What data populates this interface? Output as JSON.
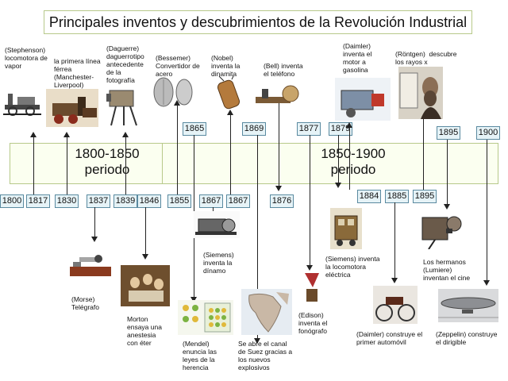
{
  "title": "Principales inventos y descubrimientos de la Revolución Industrial",
  "periods": [
    {
      "line1": "1800-1850",
      "line2": "periodo"
    },
    {
      "line1": "1850-1900",
      "line2": "periodo"
    }
  ],
  "years_bottom": [
    "1800",
    "1817",
    "1830",
    "1837",
    "1839",
    "1846",
    "1855",
    "1867",
    "1867",
    "1876",
    "1884",
    "1885",
    "1895"
  ],
  "years_top": [
    "1865",
    "1869",
    "1877",
    "1879",
    "1895",
    "1900"
  ],
  "captions": {
    "stephenson": "(Stephenson)\nlocomotora de\nvapor",
    "linea": "la primera línea\nférrea\n(Manchester-\nLiverpool)",
    "daguerre": "(Daguerre)\ndaguerrotipo\nantecedente\nde la\nfotografía",
    "bessemer": "(Bessemer)\nConvertidor de\nacero",
    "nobel": "(Nobel)\ninventa la\ndinamita",
    "bell": "(Bell) inventa\nel teléfono",
    "daimler_motor": "(Daimler)\ninventa el\nmotor a\ngasolina",
    "rontgen": "(Röntgen)  descubre\nlos rayos x",
    "morse": "(Morse)\nTelégrafo",
    "morton": "Morton\nensaya una\nanestesia\ncon éter",
    "mendel": "(Mendel)\nenuncia las\nleyes de la\nherencia",
    "siemens_dinamo": "(Siemens)\ninventa la\ndínamo",
    "suez": "Se abre el canal\nde Suez gracias a\nlos nuevos\nexplosivos",
    "edison": "(Edison)\ninventa el\nfonógrafo",
    "siemens_loco": "(Siemens) inventa\nla locomotora\neléctrica",
    "daimler_auto": "(Daimler) construye el\nprimer automóvil",
    "lumiere": "Los hermanos\n(Lumiere)\ninventan el cine",
    "zeppelin": "(Zeppelin) construye\nel dirigible"
  }
}
